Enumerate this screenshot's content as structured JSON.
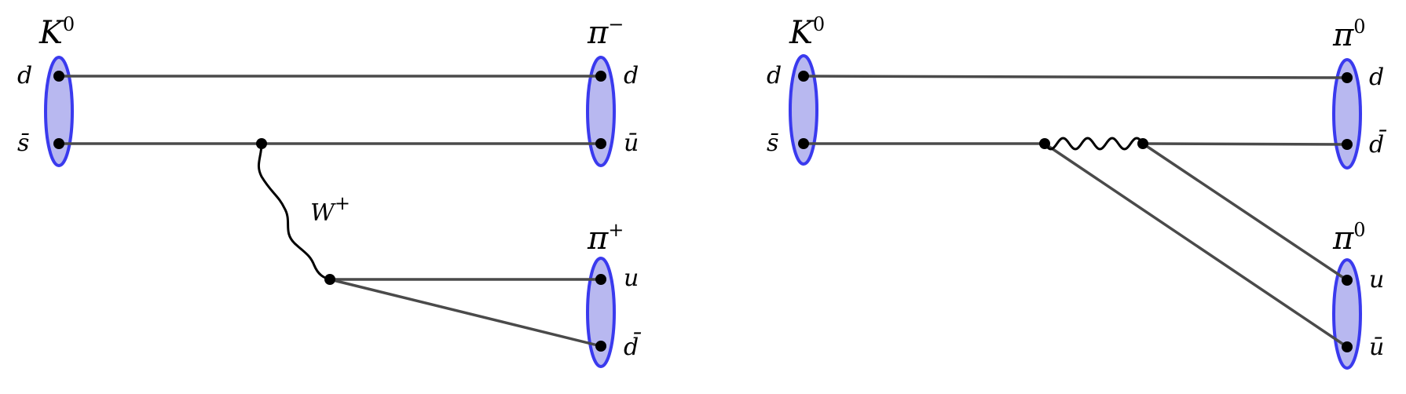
{
  "left_diagram": {
    "initial_meson": {
      "symbol": "K",
      "charge": "0",
      "quarks": [
        "d",
        "s̄"
      ]
    },
    "final_mesons": [
      {
        "symbol": "π",
        "charge": "−",
        "quarks": [
          "d",
          "ū"
        ]
      },
      {
        "symbol": "π",
        "charge": "+",
        "quarks": [
          "u",
          "d̄"
        ]
      }
    ],
    "boson": {
      "symbol": "W",
      "charge": "+"
    }
  },
  "right_diagram": {
    "initial_meson": {
      "symbol": "K",
      "charge": "0",
      "quarks": [
        "d",
        "s̄"
      ]
    },
    "final_mesons": [
      {
        "symbol": "π",
        "charge": "0",
        "quarks": [
          "d",
          "d̄"
        ]
      },
      {
        "symbol": "π",
        "charge": "0",
        "quarks": [
          "u",
          "ū"
        ]
      }
    ]
  },
  "colors": {
    "meson_fill": "#b8b8f0",
    "meson_stroke": "#3a3aee",
    "quark_line": "#4a4a4a",
    "boson_line": "#000000"
  }
}
